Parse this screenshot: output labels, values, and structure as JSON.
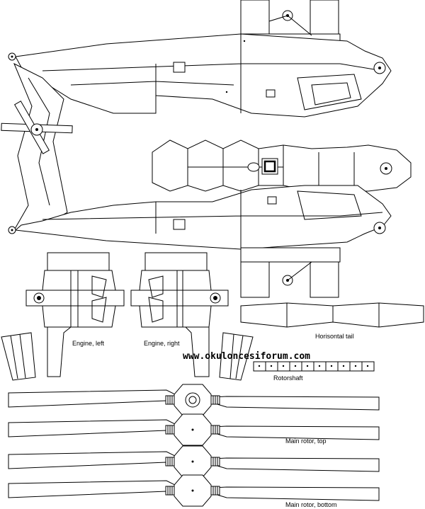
{
  "labels": {
    "engine_left": "Engine, left",
    "engine_right": "Engine, right",
    "horizontal_tail": "Horisontal tail",
    "rotorshaft": "Rotorshaft",
    "main_rotor_top": "Main rotor, top",
    "main_rotor_bottom": "Main rotor, bottom"
  },
  "watermark": "www.okuloncesiforum.com",
  "colors": {
    "line": "#000000",
    "paper": "#ffffff"
  }
}
